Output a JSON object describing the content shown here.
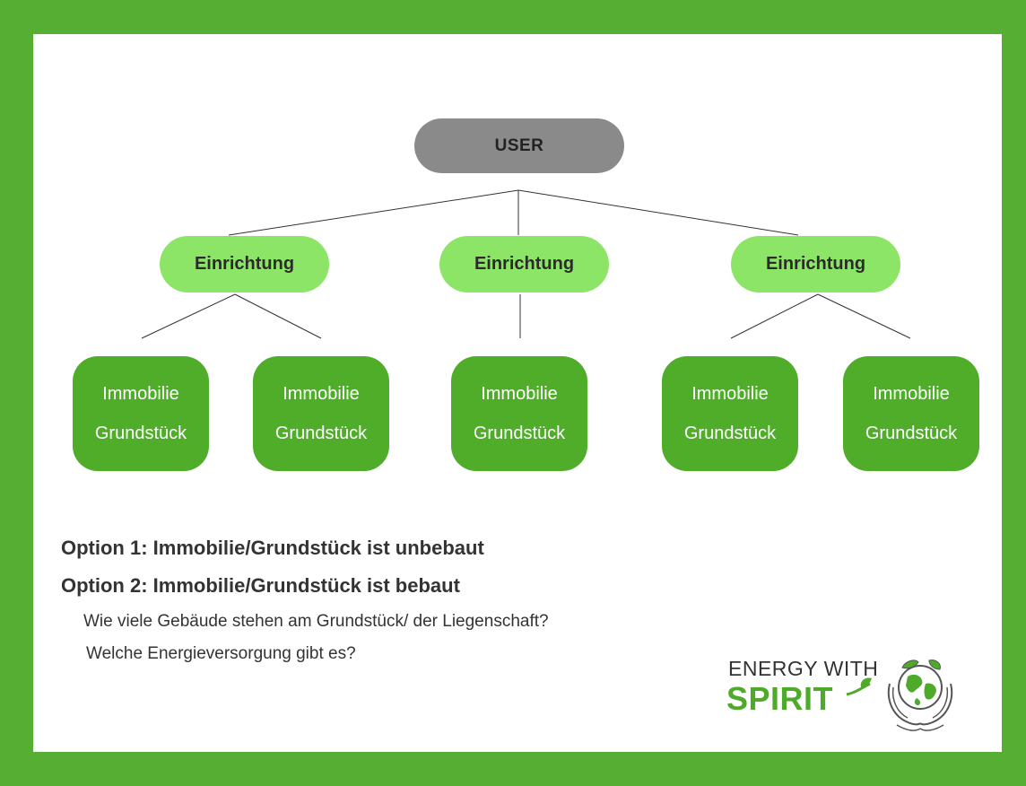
{
  "diagram": {
    "root": {
      "label": "USER"
    },
    "level2": [
      {
        "label": "Einrichtung"
      },
      {
        "label": "Einrichtung"
      },
      {
        "label": "Einrichtung"
      }
    ],
    "leaves": [
      {
        "line1": "Immobilie",
        "line2": "Grundstück"
      },
      {
        "line1": "Immobilie",
        "line2": "Grundstück"
      },
      {
        "line1": "Immobilie",
        "line2": "Grundstück"
      },
      {
        "line1": "Immobilie",
        "line2": "Grundstück"
      },
      {
        "line1": "Immobilie",
        "line2": "Grundstück"
      }
    ]
  },
  "options": [
    "Option 1: Immobilie/Grundstück ist unbebaut",
    "Option 2: Immobilie/Grundstück ist bebaut"
  ],
  "questions": [
    "Wie viele Gebäude stehen am Grundstück/ der Liegenschaft?",
    "Welche Energieversorgung gibt es?"
  ],
  "logo": {
    "line1": "ENERGY WITH",
    "line2": "SPIRIT",
    "icon": "globe-in-hands-icon"
  },
  "colors": {
    "frame": "#56ae33",
    "root": "#8a8a8a",
    "level2": "#8de567",
    "leaf": "#4fad2a"
  }
}
